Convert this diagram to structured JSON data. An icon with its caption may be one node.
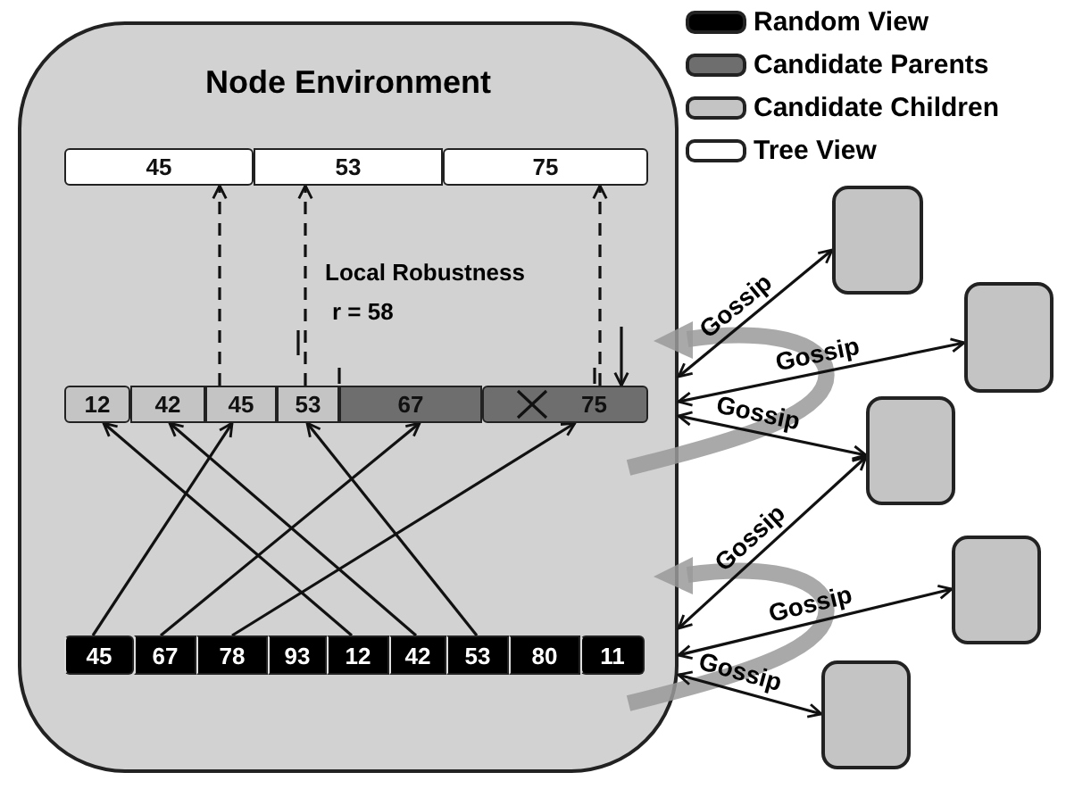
{
  "diagram": {
    "nodes": [
      {
        "text": [
          "Node Environment"
        ]
      },
      {
        "text": [
          "45"
        ],
        "in": 0
      },
      {
        "text": [
          "53"
        ],
        "in": 0
      },
      {
        "text": [
          "75"
        ],
        "in": 0
      },
      {
        "text": [
          "12"
        ],
        "in": 0
      },
      {
        "text": [
          "42"
        ],
        "in": 0
      },
      {
        "text": [
          "45"
        ],
        "in": 0
      },
      {
        "text": [
          "53"
        ],
        "in": 0
      },
      {
        "text": [
          "67"
        ],
        "in": 0
      },
      {
        "text": [
          "75"
        ],
        "in": 0
      },
      {
        "text": [
          "45"
        ],
        "in": 0
      },
      {
        "text": [
          "67"
        ],
        "in": 0
      },
      {
        "text": [
          "78"
        ],
        "in": 0
      },
      {
        "text": [
          "93"
        ],
        "in": 0
      },
      {
        "text": [
          "12"
        ],
        "in": 0
      },
      {
        "text": [
          "42"
        ],
        "in": 0
      },
      {
        "text": [
          "53"
        ],
        "in": 0
      },
      {
        "text": [
          "80"
        ],
        "in": 0
      },
      {
        "text": [
          "11"
        ],
        "in": 0
      },
      {
        "text": [],
        "shape": "box"
      },
      {
        "text": [],
        "shape": "box"
      },
      {
        "text": [],
        "shape": "box"
      },
      {
        "text": [],
        "shape": "box"
      },
      {
        "text": [],
        "shape": "box"
      }
    ],
    "edges": [
      {
        "from": 6,
        "to": 1,
        "arrow": "to",
        "style": "dashed"
      },
      {
        "from": 7,
        "to": 2,
        "arrow": "to",
        "style": "dashed"
      },
      {
        "from": 9,
        "to": 3,
        "arrow": "to",
        "style": "dashed"
      },
      {
        "from": null,
        "to": 9,
        "arrow": "to"
      },
      {
        "from": 10,
        "to": 6,
        "arrow": "to"
      },
      {
        "from": 11,
        "to": 8,
        "arrow": "to"
      },
      {
        "from": 12,
        "to": 9,
        "arrow": "to"
      },
      {
        "from": 14,
        "to": 4,
        "arrow": "to"
      },
      {
        "from": 15,
        "to": 5,
        "arrow": "to"
      },
      {
        "from": 16,
        "to": 7,
        "arrow": "to"
      },
      {
        "from": 0,
        "to": 19,
        "arrow": "both",
        "label": "Gossip"
      },
      {
        "from": 0,
        "to": 20,
        "arrow": "both",
        "label": "Gossip"
      },
      {
        "from": 0,
        "to": 21,
        "arrow": "both",
        "label": "Gossip"
      },
      {
        "from": 0,
        "to": 21,
        "arrow": "both",
        "label": "Gossip"
      },
      {
        "from": 0,
        "to": 22,
        "arrow": "both",
        "label": "Gossip"
      },
      {
        "from": 0,
        "to": 23,
        "arrow": "both",
        "label": "Gossip"
      }
    ],
    "labels": [
      "Local Robustness",
      "r = 58"
    ],
    "legend": [
      {
        "text": "Random View",
        "color": "#000000"
      },
      {
        "text": "Candidate Parents",
        "color": "#6e6e6e"
      },
      {
        "text": "Candidate Children",
        "color": "#c4c4c4"
      },
      {
        "text": "Tree View",
        "color": "#ffffff"
      }
    ]
  }
}
